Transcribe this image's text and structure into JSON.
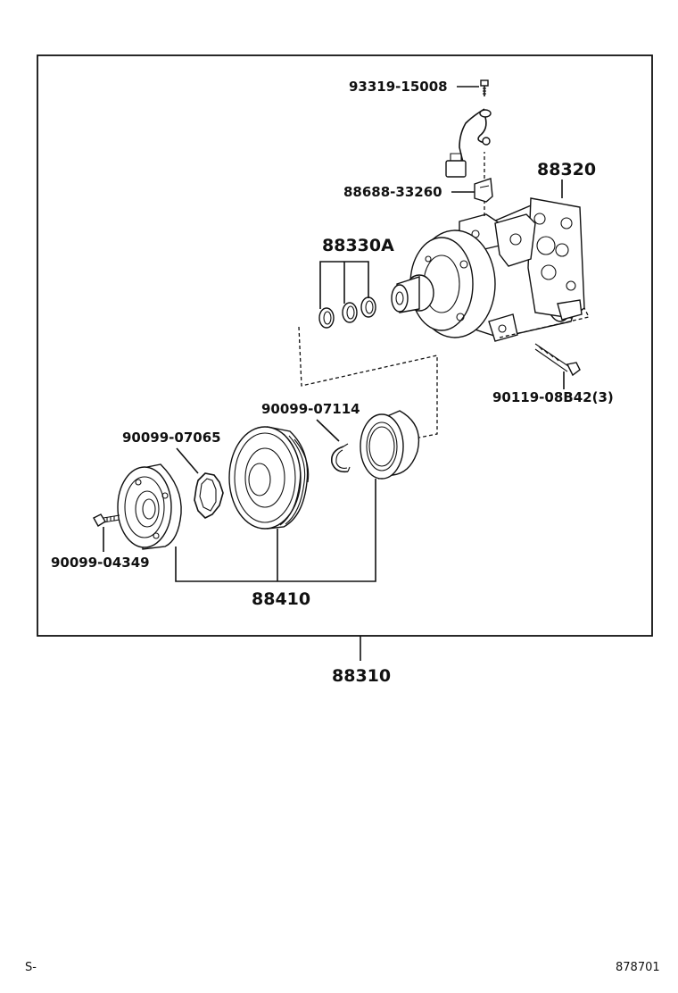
{
  "diagram": {
    "labels": {
      "bolt_sensor": "93319-15008",
      "bracket": "88688-33260",
      "compressor": "88320",
      "o_rings": "88330A",
      "mount_bolts": "90119-08B42(3)",
      "snap_ring": "90099-07114",
      "shim": "90099-07065",
      "clutch_bolt": "90099-04349",
      "clutch_assy": "88410",
      "compressor_assy": "88310"
    },
    "footer": {
      "left": "S-",
      "right": "878701"
    }
  }
}
